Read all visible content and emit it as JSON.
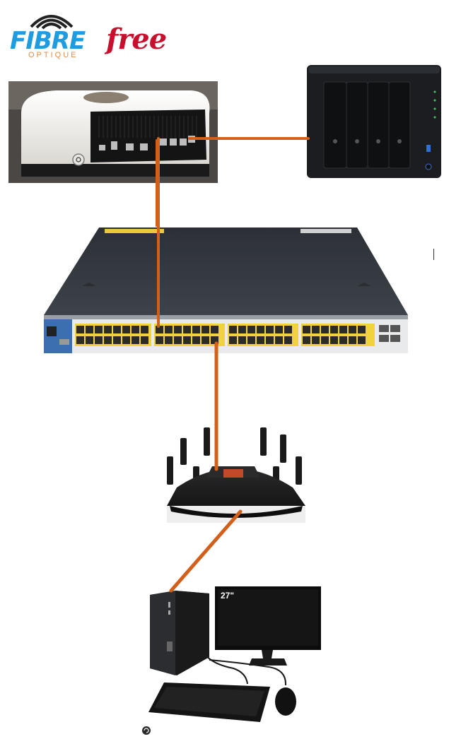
{
  "logos": {
    "fibre": "FIBRE",
    "optique": "OPTIQUE",
    "free": "free"
  },
  "devices": {
    "monitor_size_label": "27\""
  },
  "colors": {
    "cable": "#d2601a",
    "fibre_blue": "#1f9be0",
    "optique_orange": "#f08a3a",
    "free_red": "#c8102e",
    "device_dark": "#1b1d20",
    "switch_body": "#3a3f45",
    "port_yellow": "#f0d23c"
  },
  "icons": [
    "wifi-arcs-icon",
    "power-button-icon",
    "reload-icon"
  ]
}
